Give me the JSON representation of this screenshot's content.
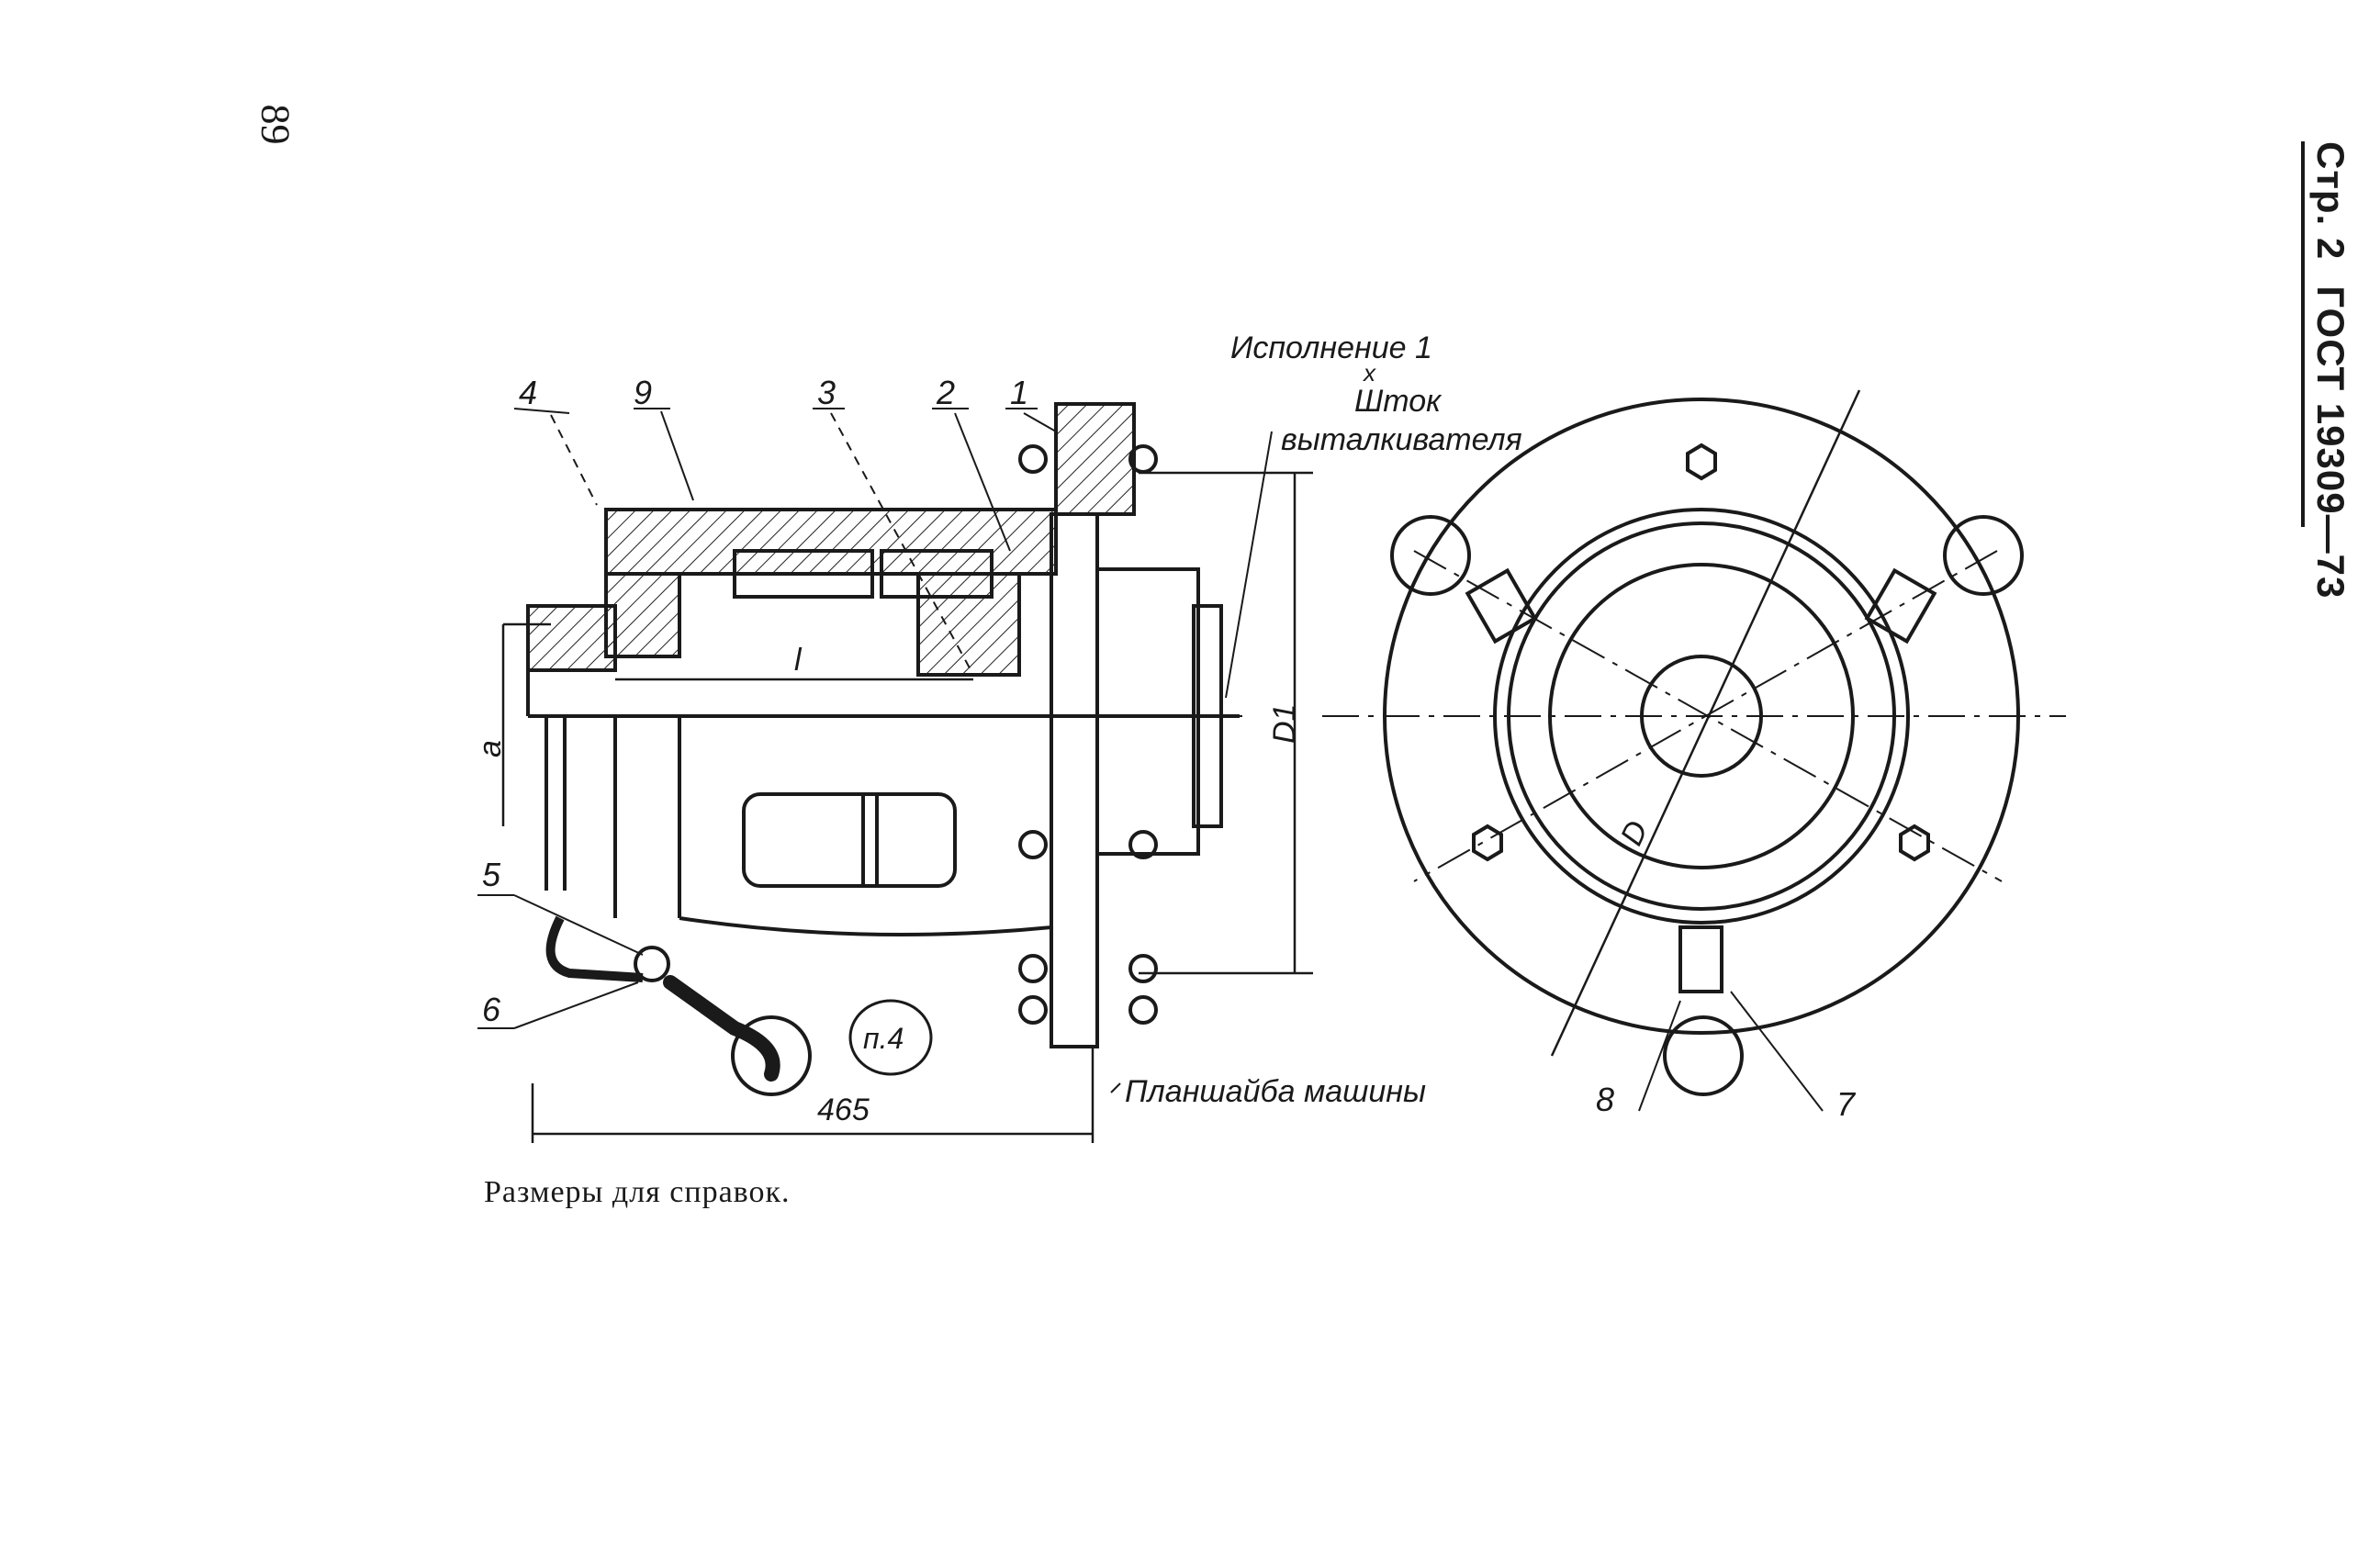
{
  "page": {
    "number": "89",
    "header": {
      "page_label": "Стр. 2",
      "standard": "ГОСТ 19309—73"
    },
    "caption": "Размеры для справок."
  },
  "drawing": {
    "callouts": [
      "4",
      "9",
      "3",
      "2",
      "1",
      "5",
      "6",
      "7",
      "8"
    ],
    "labels": {
      "variant": "Исполнение 1",
      "mark": "x",
      "rod_line1": "Шток",
      "rod_line2": "выталкивателя",
      "faceplate": "Планшайба машины",
      "clause": "п.4",
      "dim_length": "465",
      "dim_l": "l",
      "dim_a": "a",
      "dim_D1": "D1",
      "dim_D": "D"
    }
  }
}
